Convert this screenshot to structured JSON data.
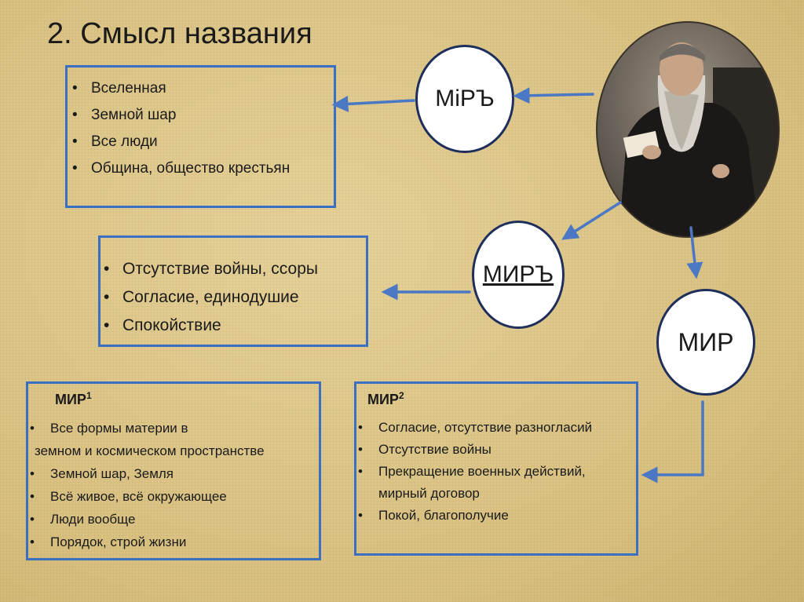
{
  "title": "2. Смысл названия",
  "circles": {
    "mir_i": "МіРЪ",
    "mir_old": "МИРЪ",
    "mir": "МИР"
  },
  "box1": {
    "items": [
      "Вселенная",
      "Земной шар",
      "Все люди",
      "Община, общество крестьян"
    ]
  },
  "box2": {
    "items": [
      "Отсутствие войны, ссоры",
      "Согласие, единодушие",
      "Спокойствие"
    ]
  },
  "box3": {
    "heading": "МИР",
    "heading_sup": "1",
    "items": [
      "Все формы материи в",
      "земном и космическом пространстве",
      "Земной шар, Земля",
      "Всё живое, всё окружающее",
      "Люди вообще",
      "Порядок, строй жизни"
    ]
  },
  "box4": {
    "heading": "МИР",
    "heading_sup": "2",
    "items": [
      "Согласие, отсутствие разногласий",
      "Отсутствие войны",
      "Прекращение военных действий, мирный договор",
      "Покой, благополучие"
    ]
  },
  "colors": {
    "box_border": "#3a6fc2",
    "arrow": "#4a78c4",
    "circle_border": "#1f2f5c",
    "background": "#dcc589"
  },
  "portrait_icon": "portrait-image"
}
